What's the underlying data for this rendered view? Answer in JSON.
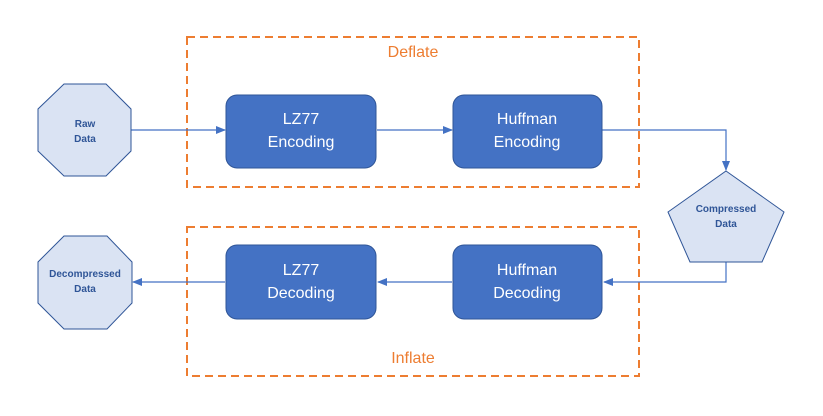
{
  "groups": {
    "deflate": {
      "label": "Deflate"
    },
    "inflate": {
      "label": "Inflate"
    }
  },
  "nodes": {
    "raw_data": {
      "line1": "Raw",
      "line2": "Data",
      "shape": "octagon"
    },
    "lz77_encoding": {
      "line1": "LZ77",
      "line2": "Encoding"
    },
    "huffman_encoding": {
      "line1": "Huffman",
      "line2": "Encoding"
    },
    "compressed_data": {
      "line1": "Compressed",
      "line2": "Data",
      "shape": "pentagon"
    },
    "huffman_decoding": {
      "line1": "Huffman",
      "line2": "Decoding"
    },
    "lz77_decoding": {
      "line1": "LZ77",
      "line2": "Decoding"
    },
    "decompressed_data": {
      "line1": "Decompressed",
      "line2": "Data",
      "shape": "octagon"
    }
  },
  "colors": {
    "box_fill": "#4472C4",
    "box_stroke": "#2F5597",
    "shape_fill": "#DAE3F3",
    "shape_stroke": "#2F5597",
    "arrow": "#4472C4",
    "group_border": "#ED7D31",
    "group_label": "#ED7D31"
  }
}
